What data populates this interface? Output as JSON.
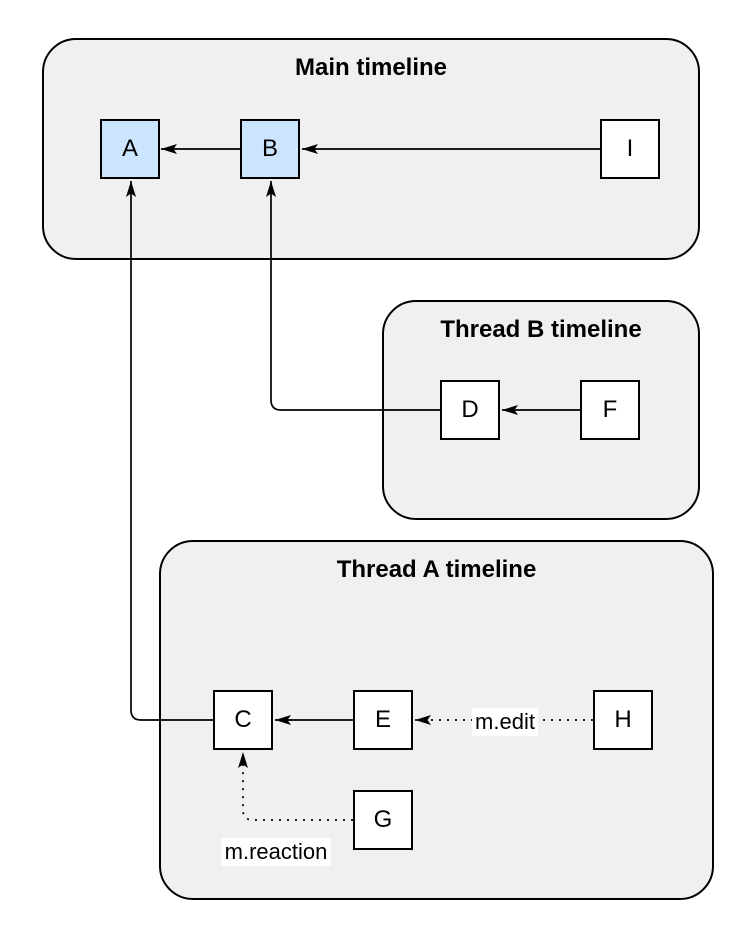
{
  "diagram": {
    "groups": [
      {
        "id": "main",
        "title": "Main timeline"
      },
      {
        "id": "threadB",
        "title": "Thread B timeline"
      },
      {
        "id": "threadA",
        "title": "Thread A timeline"
      }
    ],
    "nodes": [
      {
        "id": "A",
        "label": "A",
        "group": "main",
        "highlighted": true
      },
      {
        "id": "B",
        "label": "B",
        "group": "main",
        "highlighted": true
      },
      {
        "id": "I",
        "label": "I",
        "group": "main",
        "highlighted": false
      },
      {
        "id": "D",
        "label": "D",
        "group": "threadB",
        "highlighted": false
      },
      {
        "id": "F",
        "label": "F",
        "group": "threadB",
        "highlighted": false
      },
      {
        "id": "C",
        "label": "C",
        "group": "threadA",
        "highlighted": false
      },
      {
        "id": "E",
        "label": "E",
        "group": "threadA",
        "highlighted": false
      },
      {
        "id": "H",
        "label": "H",
        "group": "threadA",
        "highlighted": false
      },
      {
        "id": "G",
        "label": "G",
        "group": "threadA",
        "highlighted": false
      }
    ],
    "edges": [
      {
        "from": "B",
        "to": "A",
        "style": "solid",
        "label": ""
      },
      {
        "from": "I",
        "to": "B",
        "style": "solid",
        "label": ""
      },
      {
        "from": "F",
        "to": "D",
        "style": "solid",
        "label": ""
      },
      {
        "from": "D",
        "to": "B",
        "style": "solid",
        "label": ""
      },
      {
        "from": "E",
        "to": "C",
        "style": "solid",
        "label": ""
      },
      {
        "from": "H",
        "to": "E",
        "style": "dotted",
        "label": "m.edit"
      },
      {
        "from": "G",
        "to": "C",
        "style": "dotted",
        "label": "m.reaction"
      },
      {
        "from": "C",
        "to": "A",
        "style": "solid",
        "label": ""
      }
    ],
    "colors": {
      "canvas": "#ffffff",
      "group_fill": "#f0f0f0",
      "group_stroke": "#000000",
      "node_fill": "#ffffff",
      "node_highlight_fill": "#cce5ff",
      "node_stroke": "#000000",
      "edge_color": "#000000"
    }
  }
}
